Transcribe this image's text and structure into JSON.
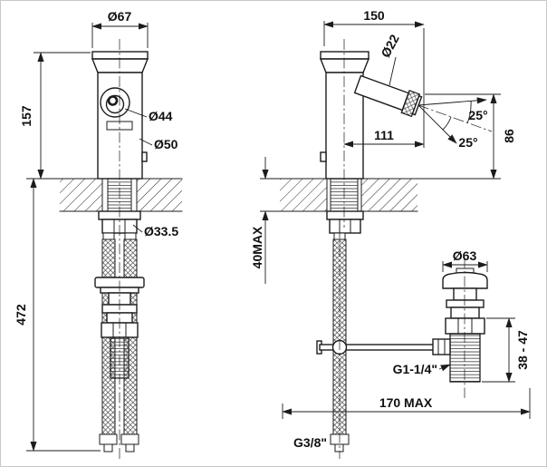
{
  "meta": {
    "drawing_type": "technical dimension drawing",
    "subject": "bidet mixer with pop-up waste"
  },
  "colors": {
    "line": "#1c1c1c",
    "background": "#ffffff",
    "border": "#c8c8c8"
  },
  "front_view": {
    "spout_top_diameter": "Ø67",
    "height_above_deck": "157",
    "handle_diameter": "Ø44",
    "body_diameter": "Ø50",
    "shank_diameter": "Ø33.5",
    "length_below_deck": "472"
  },
  "side_view": {
    "total_depth": "150",
    "spout_tube_diameter": "Ø22",
    "spray_angle_upper": "25°",
    "spray_angle_lower": "25°",
    "spout_height_above_deck": "86",
    "spout_reach": "111",
    "max_deck_thickness": "40MAX",
    "waste_cap_diameter": "Ø63",
    "waste_adjust_range": "38 - 47",
    "waste_thread": "G1-1/4\"",
    "max_waste_distance": "170 MAX",
    "inlet_thread": "G3/8\""
  }
}
